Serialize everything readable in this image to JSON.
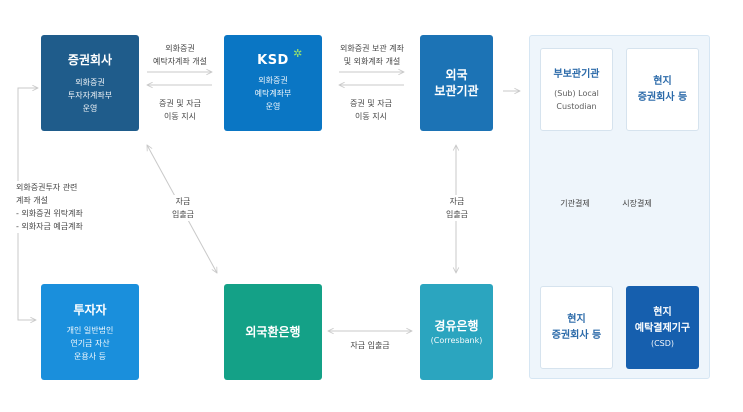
{
  "nodes": {
    "securities_co": {
      "title": "증권회사",
      "desc": [
        "외화증권",
        "투자자계좌부",
        "운영"
      ]
    },
    "ksd": {
      "logo": "KSD",
      "desc": [
        "외화증권",
        "예탁계좌부",
        "운영"
      ]
    },
    "foreign_custodian": {
      "title": [
        "외국",
        "보관기관"
      ]
    },
    "sub_custodian": {
      "title": "부보관기관",
      "desc": [
        "(Sub) Local",
        "Custodian"
      ]
    },
    "local_securities_top": {
      "title": [
        "현지",
        "증권회사 등"
      ]
    },
    "investor": {
      "title": "투자자",
      "desc": [
        "개인 일반법인",
        "연기금 자산",
        "운용사 등"
      ]
    },
    "fx_bank": {
      "title": "외국환은행"
    },
    "corres_bank": {
      "title": "경유은행",
      "desc": "(Corresbank)"
    },
    "local_securities_bottom": {
      "title": [
        "현지",
        "증권회사 등"
      ]
    },
    "local_csd": {
      "title": [
        "현지",
        "예탁결제기구"
      ],
      "desc": "(CSD)"
    }
  },
  "labels": {
    "sec_ksd_top": [
      "외화증권",
      "예탁자계좌 개설"
    ],
    "sec_ksd_bottom": [
      "증권 및 자금",
      "이동 지시"
    ],
    "ksd_foreign_top": [
      "외화증권 보관 계좌",
      "및 외화계좌 개설"
    ],
    "ksd_foreign_bottom": [
      "증권 및 자금",
      "이동 지시"
    ],
    "left_note": [
      "외화증권투자 관련",
      "계좌 개설",
      "- 외화증권 위탁계좌",
      "- 외화자금 예금계좌"
    ],
    "sec_fx_diag": [
      "자금",
      "입출금"
    ],
    "foreign_corres_vert": [
      "자금",
      "입출금"
    ],
    "fx_corres": "자금 입출금",
    "institutional_settlement": "기관결제",
    "market_settlement": "시장결제"
  },
  "colors": {
    "securities_co": "#1f5c8b",
    "ksd": "#0a76c4",
    "foreign_custodian": "#1c73b5",
    "investor": "#1a8fdc",
    "fx_bank": "#14a187",
    "corres_bank": "#2ba5bf",
    "local_csd": "#165fae",
    "arrow": "#c9c9c9"
  }
}
